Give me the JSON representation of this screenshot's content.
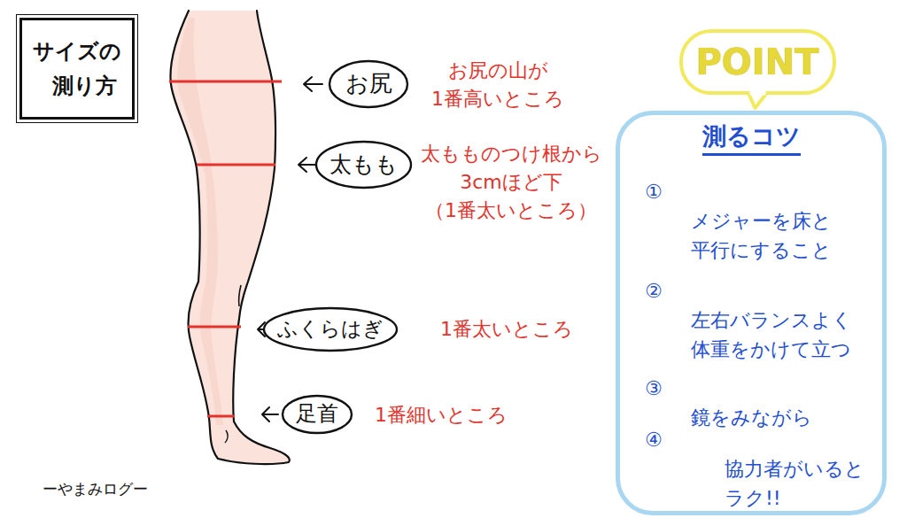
{
  "diagram": {
    "title": "サイズの 測り方",
    "nodes": [
      {
        "text": [
          "サイズの 測り方"
        ]
      },
      {
        "text": [
          "お尻"
        ]
      },
      {
        "text": [
          "太もも"
        ]
      },
      {
        "text": [
          "ふくらはぎ"
        ]
      },
      {
        "text": [
          "足首"
        ]
      },
      {
        "text": [
          "POINT"
        ]
      },
      {
        "text": [
          "測るコツ",
          "① メジャーを床と 平行にすること",
          "② 左右バランスよく 体重をかけて立つ",
          "③ 鏡をみながら",
          "④ 協力者がいると ラク!!"
        ]
      }
    ],
    "labels": [
      "お尻の山が 1番高いところ",
      "太もものつけ根から 3cmほど下 （1番太いところ）",
      "1番太いところ",
      "1番細いところ",
      "ーやまみログー"
    ]
  }
}
